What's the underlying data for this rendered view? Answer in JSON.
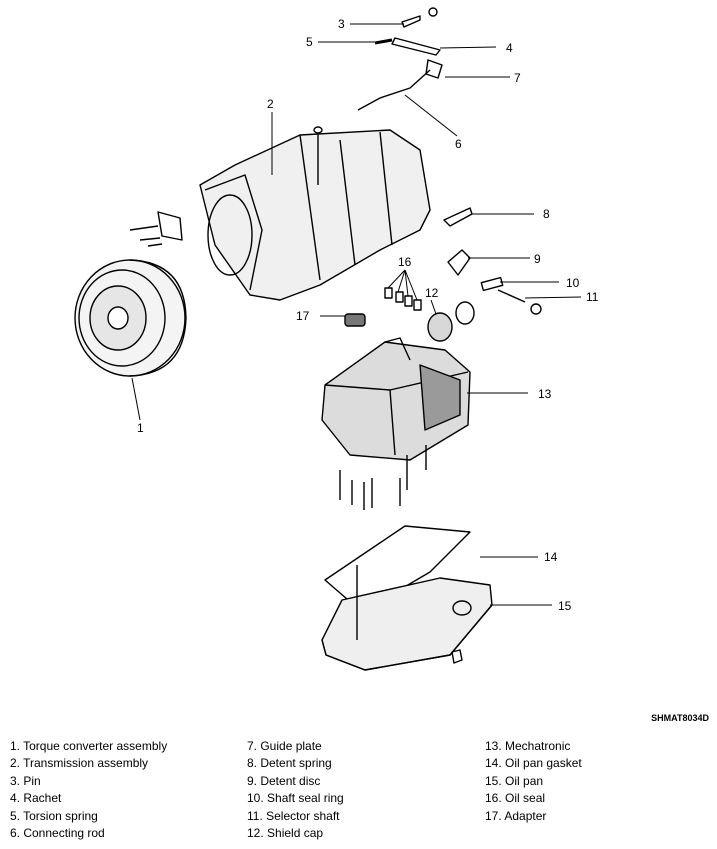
{
  "figure_code": "SHMAT8034D",
  "callouts": [
    "1",
    "2",
    "3",
    "4",
    "5",
    "6",
    "7",
    "8",
    "9",
    "10",
    "11",
    "12",
    "13",
    "14",
    "15",
    "16",
    "17"
  ],
  "legend": {
    "col1": [
      "1. Torque converter assembly",
      "2. Transmission assembly",
      "3. Pin",
      "4. Rachet",
      "5. Torsion spring",
      "6. Connecting rod"
    ],
    "col2": [
      "7. Guide plate",
      "8. Detent spring",
      "9. Detent disc",
      "10. Shaft seal ring",
      "11. Selector shaft",
      "12. Shield cap"
    ],
    "col3": [
      "13. Mechatronic",
      "14. Oil pan gasket",
      "15. Oil pan",
      "16. Oil seal",
      "17. Adapter"
    ]
  }
}
